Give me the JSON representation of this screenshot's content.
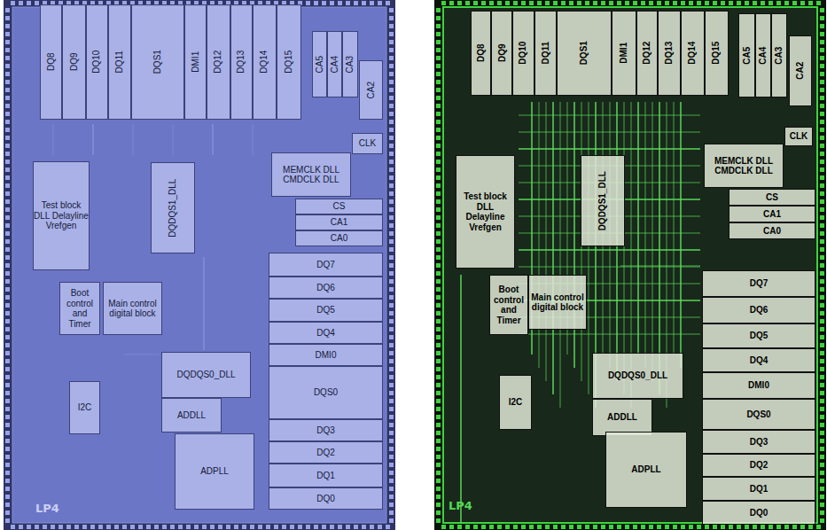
{
  "diagram": {
    "nodes": [
      {
        "text": [
          "DQ8"
        ]
      },
      {
        "text": [
          "DQ9"
        ]
      },
      {
        "text": [
          "DQ10"
        ]
      },
      {
        "text": [
          "DQ11"
        ]
      },
      {
        "text": [
          "DQS1"
        ]
      },
      {
        "text": [
          "DMI1"
        ]
      },
      {
        "text": [
          "DQ12"
        ]
      },
      {
        "text": [
          "DQ13"
        ]
      },
      {
        "text": [
          "DQ14"
        ]
      },
      {
        "text": [
          "DQ15"
        ]
      },
      {
        "text": [
          "CA5"
        ]
      },
      {
        "text": [
          "CA4"
        ]
      },
      {
        "text": [
          "CA3"
        ]
      },
      {
        "text": [
          "CA2"
        ]
      },
      {
        "text": [
          "CLK"
        ]
      },
      {
        "text": [
          "MEMCLK DLL CMDCLK DLL"
        ]
      },
      {
        "text": [
          "CS"
        ]
      },
      {
        "text": [
          "CA1"
        ]
      },
      {
        "text": [
          "CA0"
        ]
      },
      {
        "text": [
          "Test block DLL Delayline Vrefgen"
        ]
      },
      {
        "text": [
          "DQDQS1_DLL"
        ]
      },
      {
        "text": [
          "DQ7"
        ]
      },
      {
        "text": [
          "DQ6"
        ]
      },
      {
        "text": [
          "DQ5"
        ]
      },
      {
        "text": [
          "DQ4"
        ]
      },
      {
        "text": [
          "DMI0"
        ]
      },
      {
        "text": [
          "DQS0"
        ]
      },
      {
        "text": [
          "DQ3"
        ]
      },
      {
        "text": [
          "DQ2"
        ]
      },
      {
        "text": [
          "DQ1"
        ]
      },
      {
        "text": [
          "DQ0"
        ]
      },
      {
        "text": [
          "Boot control and Timer"
        ]
      },
      {
        "text": [
          "Main control digital block"
        ]
      },
      {
        "text": [
          "DQDQS0_DLL"
        ]
      },
      {
        "text": [
          "ADDLL"
        ]
      },
      {
        "text": [
          "I2C"
        ]
      },
      {
        "text": [
          "ADPLL"
        ]
      },
      {
        "text": [
          "DQ8"
        ]
      },
      {
        "text": [
          "DQ9"
        ]
      },
      {
        "text": [
          "DQ10"
        ]
      },
      {
        "text": [
          "DQ11"
        ]
      },
      {
        "text": [
          "DQS1"
        ]
      },
      {
        "text": [
          "DMI1"
        ]
      },
      {
        "text": [
          "DQ12"
        ]
      },
      {
        "text": [
          "DQ13"
        ]
      },
      {
        "text": [
          "DQ14"
        ]
      },
      {
        "text": [
          "DQ15"
        ]
      },
      {
        "text": [
          "CA5"
        ]
      },
      {
        "text": [
          "CA4"
        ]
      },
      {
        "text": [
          "CA3"
        ]
      },
      {
        "text": [
          "CA2"
        ]
      },
      {
        "text": [
          "CLK"
        ]
      },
      {
        "text": [
          "MEMCLK DLL CMDCLK DLL"
        ]
      },
      {
        "text": [
          "CS"
        ]
      },
      {
        "text": [
          "CA1"
        ]
      },
      {
        "text": [
          "CA0"
        ]
      },
      {
        "text": [
          "Test block DLL Delayline Vrefgen"
        ]
      },
      {
        "text": [
          "DQDQS1_DLL"
        ]
      },
      {
        "text": [
          "DQ7"
        ]
      },
      {
        "text": [
          "DQ6"
        ]
      },
      {
        "text": [
          "DQ5"
        ]
      },
      {
        "text": [
          "DQ4"
        ]
      },
      {
        "text": [
          "DMI0"
        ]
      },
      {
        "text": [
          "DQS0"
        ]
      },
      {
        "text": [
          "DQ3"
        ]
      },
      {
        "text": [
          "DQ2"
        ]
      },
      {
        "text": [
          "DQ1"
        ]
      },
      {
        "text": [
          "DQ0"
        ]
      },
      {
        "text": [
          "Boot control and Timer"
        ]
      },
      {
        "text": [
          "Main control digital block"
        ]
      },
      {
        "text": [
          "DQDQS0_DLL"
        ]
      },
      {
        "text": [
          "ADDLL"
        ]
      },
      {
        "text": [
          "I2C"
        ]
      },
      {
        "text": [
          "ADPLL"
        ]
      }
    ],
    "labels": [
      "LP4",
      "LP4"
    ]
  }
}
